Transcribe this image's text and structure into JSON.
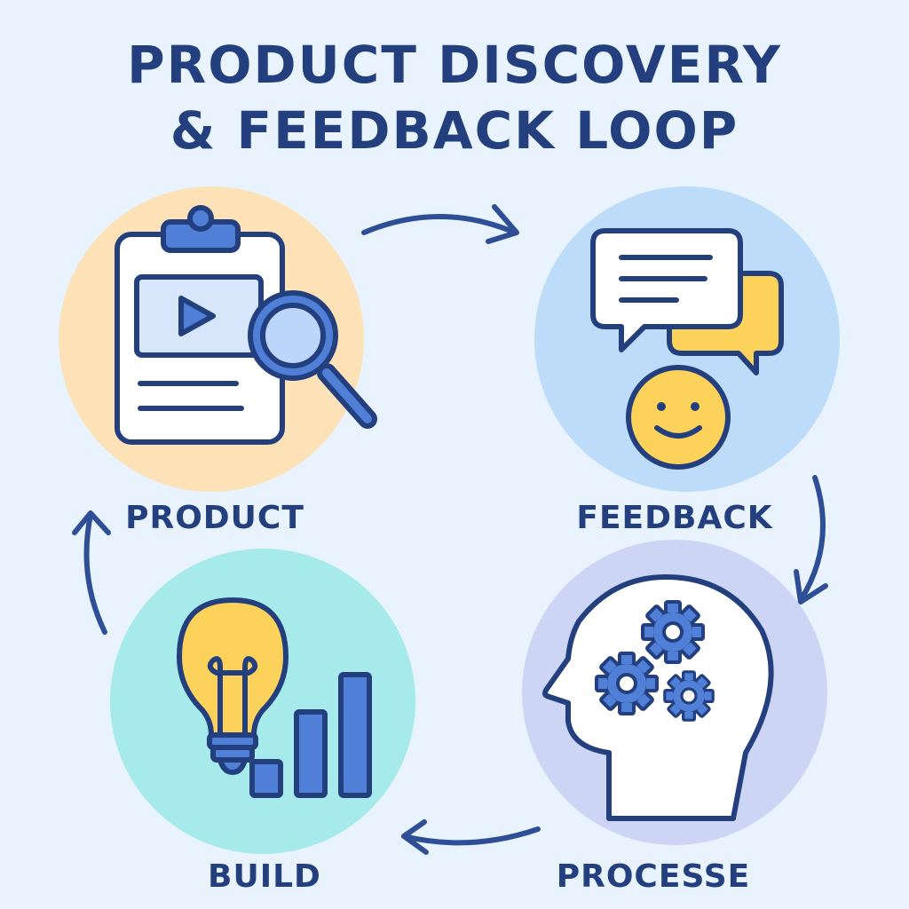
{
  "title": {
    "line1": "PRODUCT DISCOVERY",
    "line2": "& FEEDBACK LOOP"
  },
  "nodes": [
    {
      "id": "product",
      "label": "PRODUCT",
      "color": "#fde2b8"
    },
    {
      "id": "feedback",
      "label": "FEEDBACK",
      "color": "#bcdcfa"
    },
    {
      "id": "processe",
      "label": "PROCESSE",
      "color": "#cdd5f5"
    },
    {
      "id": "build",
      "label": "BUILD",
      "color": "#a6eaeb"
    }
  ],
  "icons": [
    "clipboard-icon",
    "video-play-icon",
    "magnifier-icon",
    "speech-bubbles-icon",
    "smiley-icon",
    "head-gears-icon",
    "lightbulb-icon",
    "bar-chart-icon"
  ],
  "colors": {
    "ink": "#233f7e",
    "accent_blue": "#4f7fd6",
    "light_blue": "#d7e6fb",
    "yellow": "#fcd25a",
    "background": "#e9f3fd"
  }
}
